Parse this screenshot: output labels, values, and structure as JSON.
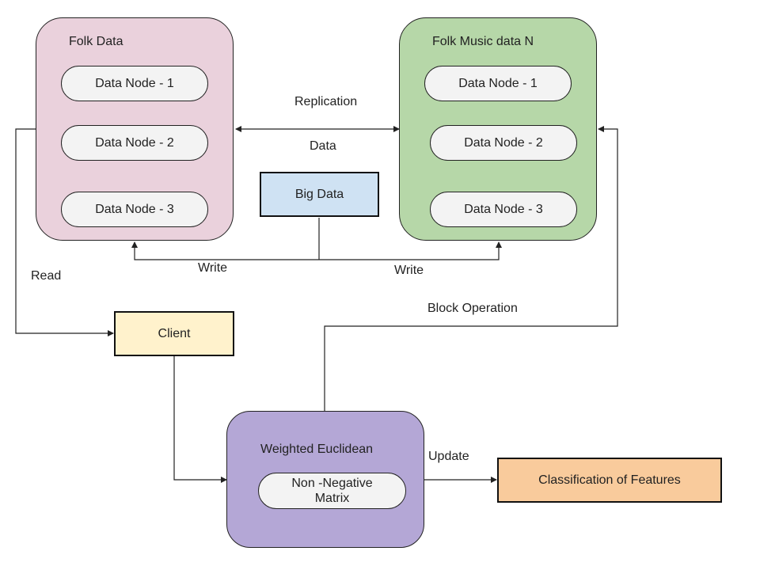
{
  "left_cluster": {
    "title": "Folk Data",
    "nodes": [
      "Data Node - 1",
      "Data Node - 2",
      "Data Node - 3"
    ]
  },
  "right_cluster": {
    "title": "Folk Music data N",
    "nodes": [
      "Data Node - 1",
      "Data Node - 2",
      "Data Node - 3"
    ]
  },
  "big_data": "Big Data",
  "client": "Client",
  "weighted": {
    "title": "Weighted Euclidean",
    "inner": "Non -Negative Matrix"
  },
  "classification": "Classification of Features",
  "edge_labels": {
    "replication": "Replication",
    "data": "Data",
    "write_left": "Write",
    "write_right": "Write",
    "read": "Read",
    "block_operation": "Block Operation",
    "update": "Update"
  },
  "colors": {
    "folk_data": "#ead1dc",
    "folk_music": "#b6d7a8",
    "big_data": "#cfe2f3",
    "client": "#fff2cc",
    "weighted": "#b4a7d6",
    "classification": "#f9cb9c",
    "pill": "#f3f3f3"
  }
}
